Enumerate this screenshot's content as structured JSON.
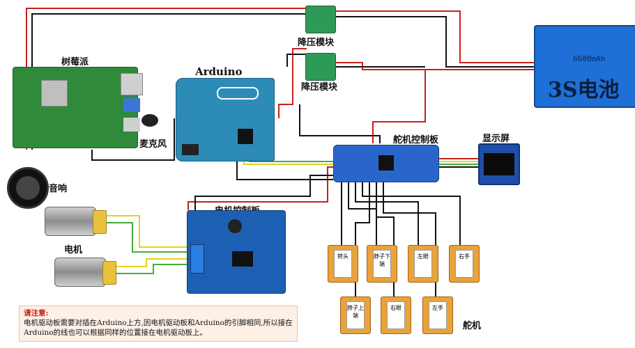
{
  "labels": {
    "raspberry_pi": "树莓派",
    "arduino": "Arduino",
    "buck1": "降压模块",
    "buck2": "降压模块",
    "servo_controller": "舵机控制板",
    "display": "显示屏",
    "microphone": "麦克风",
    "speaker": "音响",
    "motor_controller": "电机控制板",
    "motor": "电机",
    "servo": "舵机"
  },
  "battery": {
    "capacity": "6600mAh",
    "name": "3S电池"
  },
  "servos": [
    {
      "label": "转头"
    },
    {
      "label": "脖子下端"
    },
    {
      "label": "左眼"
    },
    {
      "label": "右手"
    },
    {
      "label": "脖子上端"
    },
    {
      "label": "右眼"
    },
    {
      "label": "左手"
    }
  ],
  "notice": {
    "title": "请注意:",
    "body": "电机驱动板需要对插在Arduino上方,因电机驱动板和Arduino的引脚相同,所以接在Arduino的线也可以根据同样的位置接在电机驱动板上。"
  },
  "colors": {
    "wire_red": "#c8201c",
    "wire_black": "#111111",
    "wire_yellow": "#e6d21e",
    "wire_green": "#3fae3a"
  }
}
